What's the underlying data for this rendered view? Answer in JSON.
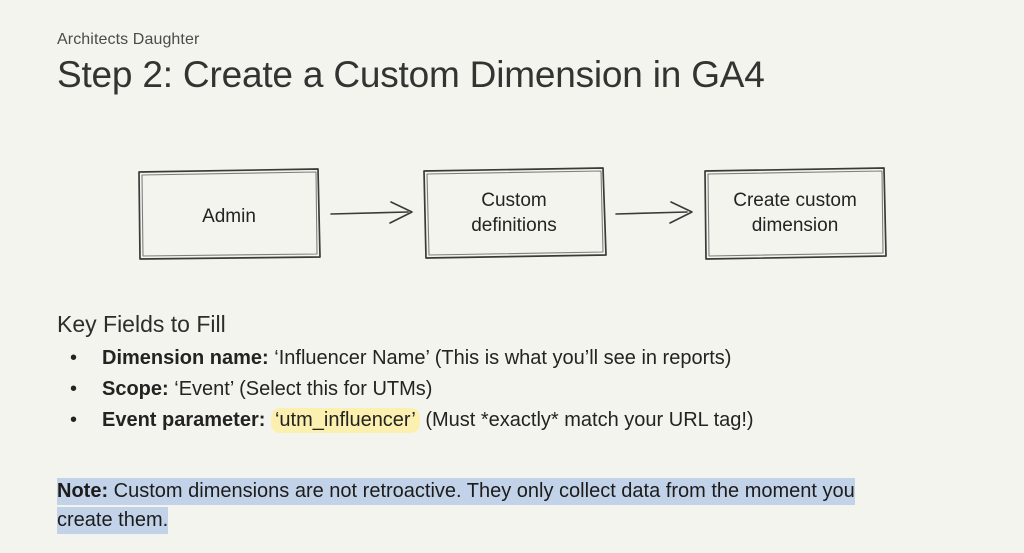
{
  "page": {
    "background_color": "#f4f4ef",
    "text_color": "#2d2d2b"
  },
  "header": {
    "eyebrow": "Architects Daughter",
    "title": "Step 2: Create a Custom Dimension in GA4"
  },
  "flow": {
    "boxes": [
      {
        "id": "admin",
        "label_line1": "Admin",
        "label_line2": ""
      },
      {
        "id": "custom-definitions",
        "label_line1": "Custom",
        "label_line2": "definitions"
      },
      {
        "id": "create-custom-dimension",
        "label_line1": "Create custom",
        "label_line2": "dimension"
      }
    ],
    "arrows": [
      {
        "id": "arrow-1",
        "from": "admin",
        "to": "custom-definitions"
      },
      {
        "id": "arrow-2",
        "from": "custom-definitions",
        "to": "create-custom-dimension"
      }
    ],
    "stroke_color": "#3a3a38"
  },
  "key_fields": {
    "heading": "Key Fields to Fill",
    "bullet_marker": "•",
    "items": [
      {
        "label": "Dimension name:",
        "value": " ‘Influencer Name’ (This is what you’ll see in reports)",
        "highlight": null,
        "highlight_color": null,
        "tail": ""
      },
      {
        "label": "Scope:",
        "value": " ‘Event’ (Select this for UTMs)",
        "highlight": null,
        "highlight_color": null,
        "tail": ""
      },
      {
        "label": "Event parameter:",
        "value": " ",
        "highlight": "‘utm_influencer’",
        "highlight_color": "#fbf0b0",
        "tail": " (Must *exactly* match your URL tag!)"
      }
    ]
  },
  "note": {
    "label": "Note:",
    "text": " Custom dimensions are not retroactive. They only collect data from the moment you create them.",
    "highlight_color": "#c2d3e9"
  }
}
